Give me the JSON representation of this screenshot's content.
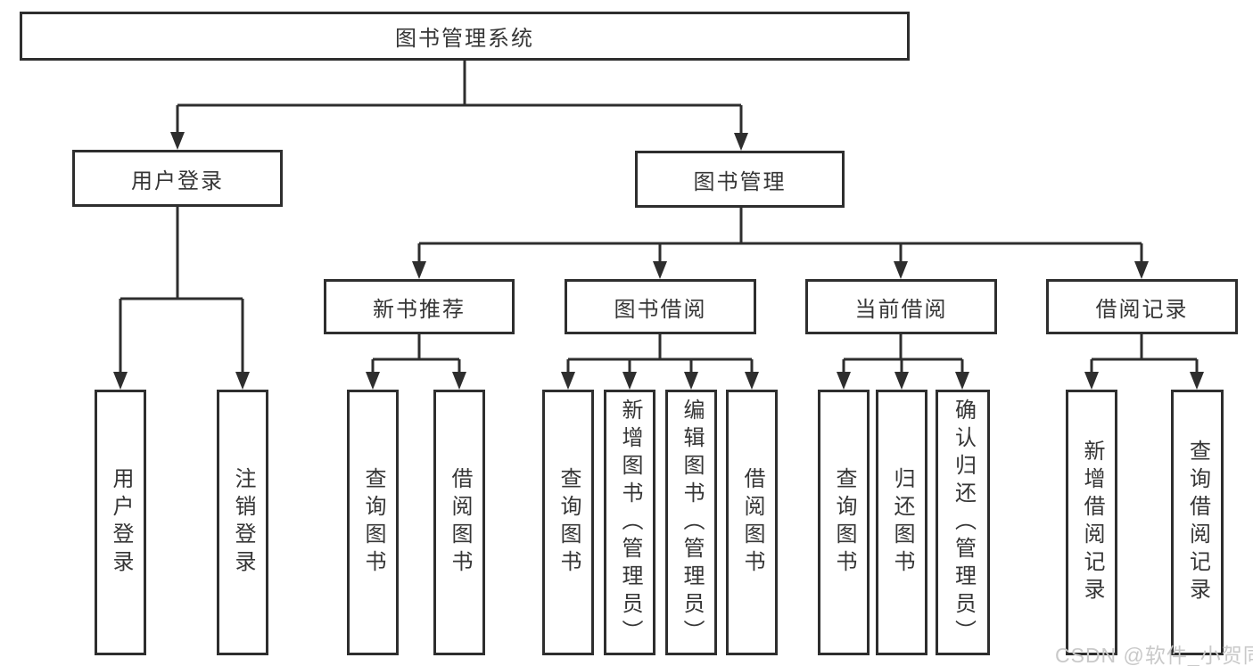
{
  "diagram": {
    "root": {
      "label": "图书管理系统"
    },
    "level2": [
      {
        "label": "用户登录"
      },
      {
        "label": "图书管理"
      }
    ],
    "level3": [
      {
        "label": "新书推荐"
      },
      {
        "label": "图书借阅"
      },
      {
        "label": "当前借阅"
      },
      {
        "label": "借阅记录"
      }
    ],
    "leaves": {
      "user_login": [
        "用户登录",
        "注销登录"
      ],
      "new_books": [
        "查询图书",
        "借阅图书"
      ],
      "book_borrow": [
        "查询图书",
        "新增图书（管理员）",
        "编辑图书（管理员）",
        "借阅图书"
      ],
      "current_borrow": [
        "查询图书",
        "归还图书",
        "确认归还（管理员）"
      ],
      "borrow_records": [
        "新增借阅记录",
        "查询借阅记录"
      ]
    },
    "colors": {
      "line": "#2e2e2e",
      "text": "#363636",
      "background": "#ffffff",
      "watermark": "#c9c9c9"
    },
    "watermark": "CSDN @软件_小贺同学"
  }
}
